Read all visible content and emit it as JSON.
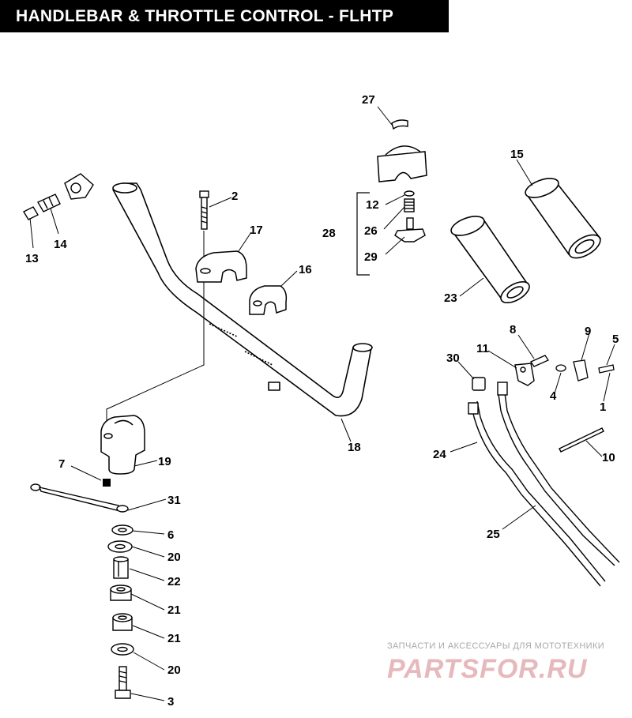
{
  "title": "HANDLEBAR & THROTTLE CONTROL - FLHTP",
  "callouts": {
    "c1": "1",
    "c2": "2",
    "c3": "3",
    "c4": "4",
    "c5": "5",
    "c6": "6",
    "c7": "7",
    "c8": "8",
    "c9": "9",
    "c10": "10",
    "c11": "11",
    "c12": "12",
    "c13": "13",
    "c14": "14",
    "c15": "15",
    "c16": "16",
    "c17": "17",
    "c18": "18",
    "c19": "19",
    "c20a": "20",
    "c20b": "20",
    "c21a": "21",
    "c21b": "21",
    "c22": "22",
    "c23": "23",
    "c24": "24",
    "c25": "25",
    "c26": "26",
    "c27": "27",
    "c28": "28",
    "c29": "29",
    "c30": "30",
    "c31": "31"
  },
  "watermark": {
    "tagline": "ЗАПЧАСТИ И АКСЕССУАРЫ ДЛЯ МОТОТЕХНИКИ",
    "logo": "PARTSFOR.RU"
  }
}
